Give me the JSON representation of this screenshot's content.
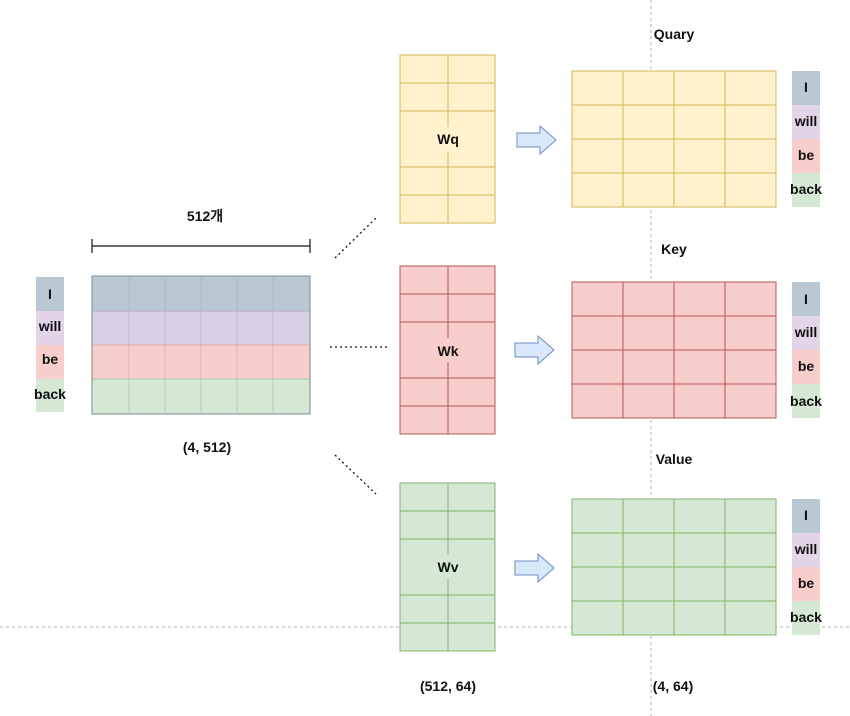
{
  "input_tokens": [
    "I",
    "will",
    "be",
    "back"
  ],
  "embedding": {
    "width_label": "512개",
    "shape_label": "(4, 512)"
  },
  "weights": {
    "q_label": "Wq",
    "k_label": "Wk",
    "v_label": "Wv",
    "shape_label": "(512, 64)"
  },
  "outputs": {
    "q_title": "Quary",
    "k_title": "Key",
    "v_title": "Value",
    "shape_label": "(4, 64)"
  },
  "colors": {
    "token_rows": [
      "#bac8d3",
      "#e1d5e7",
      "#f8cecc",
      "#d5e8d4"
    ],
    "token_row_borders": [
      "#23445d",
      "#9673a6",
      "#b85450",
      "#82b366"
    ],
    "query_fill": "#fff2cc",
    "query_stroke": "#d6b656",
    "key_fill": "#f8cecc",
    "key_stroke": "#b85450",
    "value_fill": "#d5e8d4",
    "value_stroke": "#82b366",
    "arrow_fill": "#dae8fc",
    "arrow_stroke": "#6c8ebf"
  }
}
